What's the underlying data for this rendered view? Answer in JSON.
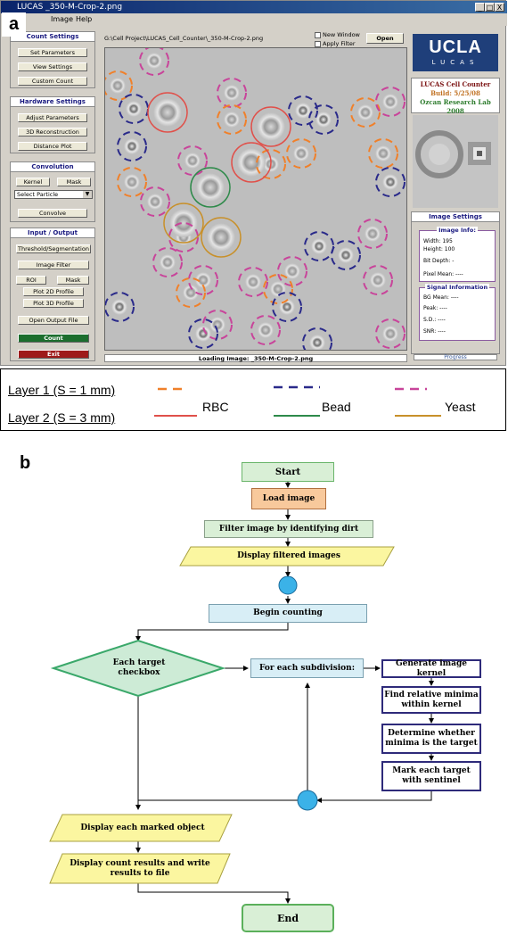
{
  "panel_a": {
    "label": "a",
    "window": {
      "title": "LUCAS _350-M-Crop-2.png",
      "controls": {
        "minimize": "_",
        "maximize": "□",
        "close": "X"
      },
      "menu": [
        "Image",
        "Help"
      ]
    },
    "left_panel": {
      "count_settings": {
        "title": "Count Settings",
        "buttons": [
          "Set Parameters",
          "View Settings",
          "Custom Count"
        ]
      },
      "hardware_settings": {
        "title": "Hardware Settings",
        "buttons": [
          "Adjust Parameters",
          "3D Reconstruction",
          "Distance Plot"
        ]
      },
      "convolution": {
        "title": "Convolution",
        "kernel": "Kernel",
        "mask": "Mask",
        "select": "Select Particle",
        "convolve": "Convolve"
      },
      "input_output": {
        "title": "Input / Output",
        "threshold": "Threshold/Segmentation",
        "image_filter": "Image Filter",
        "roi": "ROI",
        "mask": "Mask",
        "plot2d": "Plot 2D Profile",
        "plot3d": "Plot 3D Profile",
        "open_output": "Open Output File",
        "count": "Count",
        "exit": "Exit"
      }
    },
    "toolbar": {
      "path": "G:\\Cell Project\\LUCAS_Cell_Counter\\_350-M-Crop-2.png",
      "new_window": "New Window",
      "apply_filter": "Apply Filter",
      "open": "Open"
    },
    "status": "Loading Image: _350-M-Crop-2.png",
    "right_panel": {
      "logo_big": "UCLA",
      "logo_small": "LUCAS",
      "app_name": "LUCAS Cell Counter",
      "build": "Build: 5/25/08",
      "lab": "Ozcan Research Lab 2008",
      "image_settings": {
        "title": "Image Settings",
        "info_title": "Image Info:",
        "width": "Width:  195",
        "height": "Height:  100",
        "bit_depth": "Bit Depth:  -",
        "pixel_mean": "Pixel Mean:  ----",
        "signal_title": "Signal Information",
        "bg_mean": "BG Mean:  ----",
        "peak": "Peak:  ----",
        "sd": "S.D.:  ----",
        "snr": "SNR:  ----"
      },
      "progress": "Progress"
    },
    "legend": {
      "layer1": "Layer 1 (S = 1 mm)",
      "layer2": "Layer 2 (S = 3 mm)",
      "rbc": "RBC",
      "bead": "Bead",
      "yeast": "Yeast",
      "colors": {
        "rbc": "#f0802a",
        "rbc2": "#e0504a",
        "bead": "#2a2a8a",
        "bead2": "#2e8a4a",
        "yeast": "#c8449a",
        "yeast2": "#c8902a"
      }
    }
  },
  "panel_b": {
    "label": "b",
    "nodes": {
      "start": "Start",
      "load": "Load image",
      "filter": "Filter image by identifying dirt",
      "display_filtered": "Display filtered images",
      "begin": "Begin counting",
      "each_target": "Each target checkbox",
      "for_each": "For each subdivision:",
      "gen_kernel": "Generate image kernel",
      "find_minima": "Find relative minima within kernel",
      "determine": "Determine whether minima is the target",
      "mark": "Mark each target with sentinel",
      "display_marked": "Display each marked object",
      "display_count": "Display count results and write results to file",
      "end": "End"
    },
    "colors": {
      "connector": "#3bb2e8",
      "navy": "#2e2a7a"
    }
  }
}
